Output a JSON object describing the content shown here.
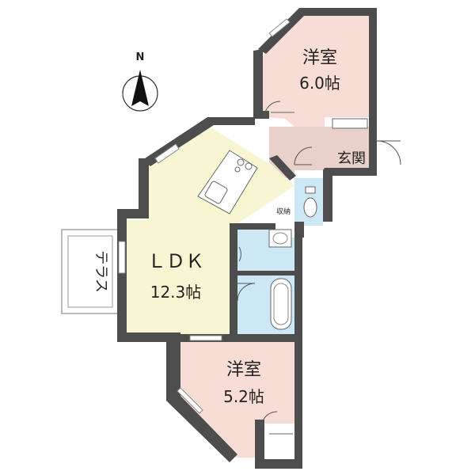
{
  "compass": {
    "north_label": "N"
  },
  "rooms": {
    "western_top": {
      "name": "洋室",
      "size": "6.0帖"
    },
    "ldk": {
      "name": "ＬＤＫ",
      "size": "12.3帖"
    },
    "western_bottom": {
      "name": "洋室",
      "size": "5.2帖"
    },
    "entrance": {
      "name": "玄関"
    },
    "storage": {
      "name": "収納"
    },
    "terrace": {
      "name": "テラス"
    }
  },
  "colors": {
    "western": "#f8ddd6",
    "ldk": "#f8f6d2",
    "wet": "#cce8f4",
    "hall": "#ead0ca",
    "wall": "#4d4d4d"
  }
}
